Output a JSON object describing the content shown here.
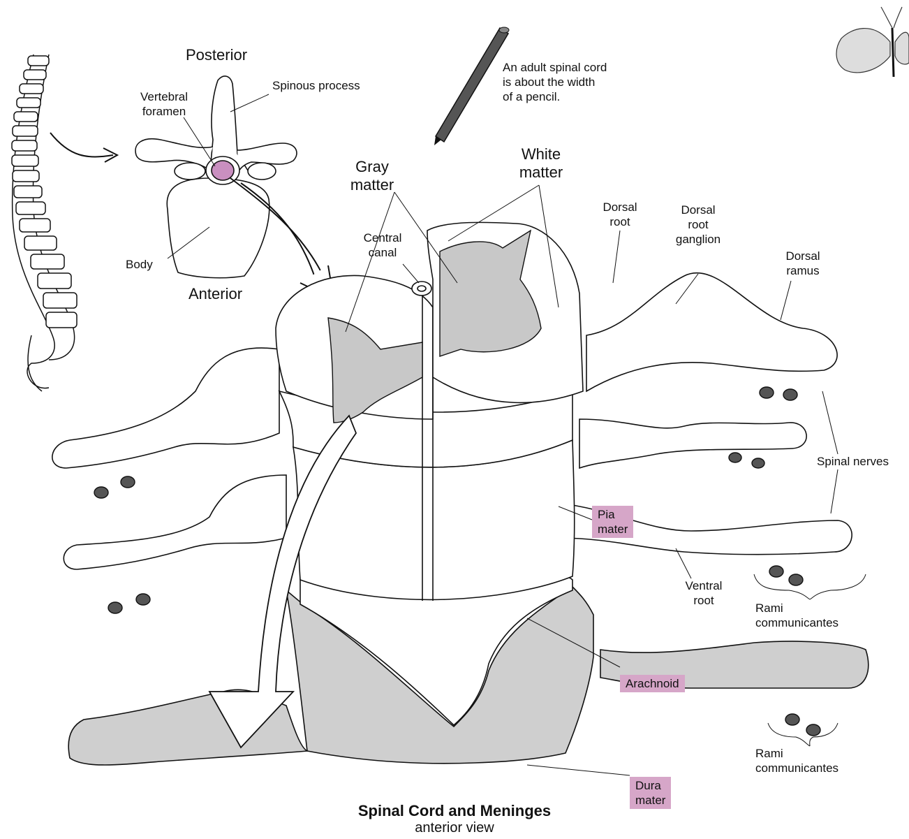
{
  "labels": {
    "posterior": "Posterior",
    "vertebral_foramen": "Vertebral\nforamen",
    "spinous_process": "Spinous process",
    "body": "Body",
    "anterior": "Anterior",
    "pencil_note": "An adult spinal cord\nis about the width\nof a pencil.",
    "white_matter": "White\nmatter",
    "gray_matter": "Gray\nmatter",
    "central_canal": "Central\ncanal",
    "dorsal_root": "Dorsal\nroot",
    "dorsal_root_ganglion": "Dorsal\nroot\nganglion",
    "dorsal_ramus": "Dorsal\nramus",
    "spinal_nerves": "Spinal nerves",
    "pia_mater": "Pia\nmater",
    "ventral_root": "Ventral\nroot",
    "rami_communicantes_upper": "Rami\ncommunicantes",
    "arachnoid": "Arachnoid",
    "rami_communicantes_lower": "Rami\ncommunicantes",
    "dura_mater": "Dura\nmater"
  },
  "caption": {
    "title": "Spinal Cord and Meninges",
    "subtitle": "anterior view"
  },
  "colors": {
    "highlight": "#d6a6c8",
    "gray_matter": "#c8c8c8",
    "dura": "#cfcfcf",
    "foramen": "#c98fc0",
    "line": "#111111"
  }
}
